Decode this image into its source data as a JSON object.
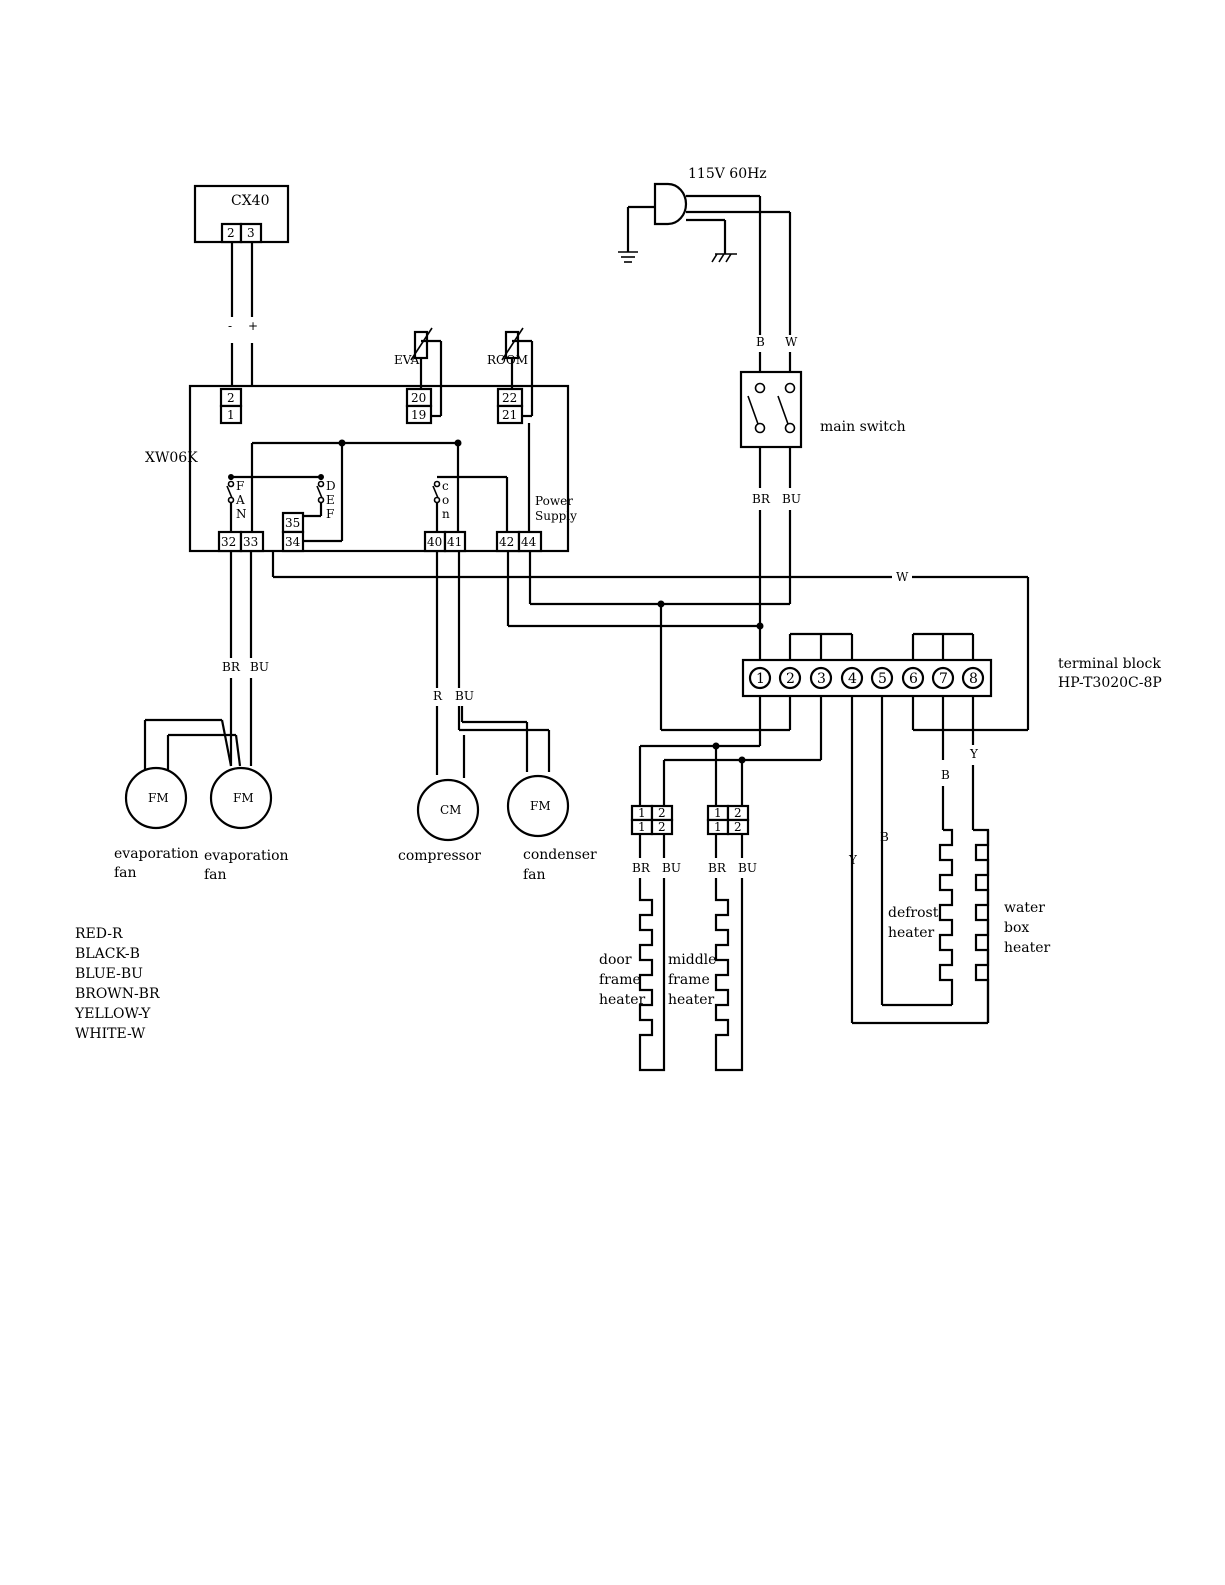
{
  "power": {
    "label": "115V 60Hz"
  },
  "cx40": {
    "title": "CX40",
    "t_left": "2",
    "t_right": "3",
    "minus": "-",
    "plus": "+"
  },
  "controller": {
    "name": "XW06K",
    "t2": "2",
    "t1": "1",
    "t20": "20",
    "t19": "19",
    "t22": "22",
    "t21": "21",
    "t32": "32",
    "t33": "33",
    "t35": "35",
    "t34": "34",
    "t40": "40",
    "t41": "41",
    "t42": "42",
    "t44": "44",
    "fan_f": "F",
    "fan_a": "A",
    "fan_n": "N",
    "def_d": "D",
    "def_e": "E",
    "def_f": "F",
    "con_c": "c",
    "con_o": "o",
    "con_n": "n",
    "power_supply_1": "Power",
    "power_supply_2": "Supply"
  },
  "sensors": {
    "eva": "EVA",
    "room": "ROOM"
  },
  "main_switch": {
    "label": "main switch",
    "in_left": "B",
    "in_right": "W",
    "out_left": "BR",
    "out_right": "BU"
  },
  "wires": {
    "w_label": "W",
    "fan_br": "BR",
    "fan_bu": "BU",
    "comp_r": "R",
    "comp_bu": "BU",
    "defrost_b": "B",
    "water_y": "Y",
    "y_low": "Y",
    "b_low": "B",
    "door_br": "BR",
    "door_bu": "BU",
    "mid_br": "BR",
    "mid_bu": "BU"
  },
  "terminal_block": {
    "line1": "terminal block",
    "line2": "HP-T3020C-8P",
    "terminals": [
      "1",
      "2",
      "3",
      "4",
      "5",
      "6",
      "7",
      "8"
    ]
  },
  "connectors": {
    "a1": "1",
    "a2": "2",
    "b1": "1",
    "b2": "2"
  },
  "components": {
    "fm": "FM",
    "cm": "CM",
    "evap_fan_1a": "evaporation",
    "evap_fan_1b": "fan",
    "evap_fan_2a": "evaporation",
    "evap_fan_2b": "fan",
    "compressor": "compressor",
    "cond_fan_a": "condenser",
    "cond_fan_b": "fan",
    "door_heater": [
      "door",
      "frame",
      "heater"
    ],
    "middle_heater": [
      "middle",
      "frame",
      "heater"
    ],
    "defrost_heater": [
      "defrost",
      "heater"
    ],
    "water_heater": [
      "water",
      "box",
      "heater"
    ]
  },
  "legend": [
    "RED-R",
    "BLACK-B",
    "BLUE-BU",
    "BROWN-BR",
    "YELLOW-Y",
    "WHITE-W"
  ]
}
